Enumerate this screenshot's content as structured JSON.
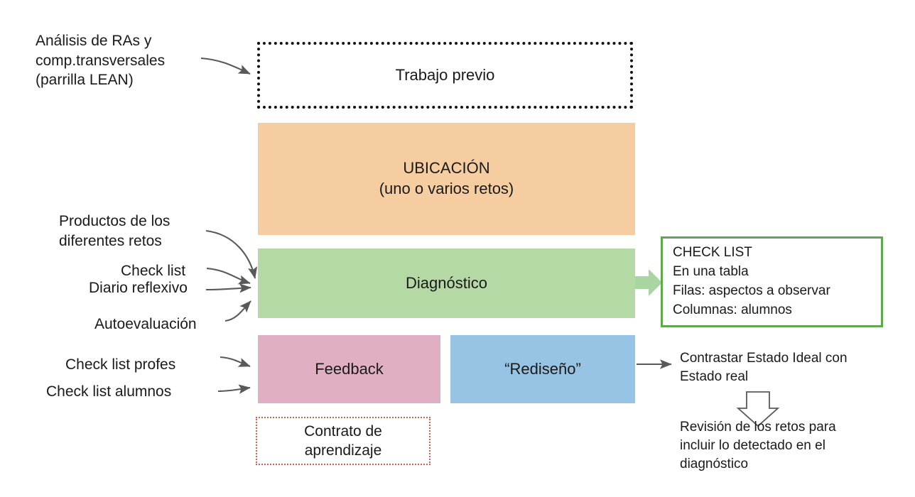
{
  "diagram": {
    "title": "Proceso de diagnóstico y rediseño de retos",
    "boxes": {
      "trabajo_previo": {
        "text": "Trabajo previo",
        "fill": "#ffffff",
        "border": "#111111",
        "border_style": "dotted"
      },
      "ubicacion": {
        "line1": "UBICACIÓN",
        "line2": "(uno o varios retos)",
        "fill": "#F6CDA0"
      },
      "diagnostico": {
        "text": "Diagnóstico",
        "fill": "#B4D9A4"
      },
      "check_list": {
        "line1": "CHECK LIST",
        "line2": "En una tabla",
        "line3": "Filas: aspectos a observar",
        "line4": "Columnas: alumnos",
        "fill": "#ffffff",
        "border": "#5FA84E"
      },
      "feedback": {
        "text": "Feedback",
        "fill": "#E0AFC4"
      },
      "redisenio": {
        "text": "“Rediseño”",
        "fill": "#97C4E4"
      },
      "contrato": {
        "line1": "Contrato de",
        "line2": "aprendizaje",
        "fill": "#ffffff",
        "border": "#E05A4A",
        "border_style": "dotted"
      }
    },
    "labels": {
      "analisis_ras": "Análisis de RAs y\ncomp.transversales\n(parrilla LEAN)",
      "productos_retos": "Productos de los\ndiferentes retos",
      "check_list": "Check list",
      "diario_reflexivo": "Diario reflexivo",
      "autoevaluacion": "Autoevaluación",
      "check_list_profes": "Check list profes",
      "check_list_alumnos": "Check list alumnos",
      "contrastar": "Contrastar Estado Ideal con\nEstado real",
      "revision": "Revisión de los retos para\nincluir lo detectado en el\ndiagnóstico"
    },
    "connectors": {
      "arrow_to_trabajo_previo": "curved-arrow",
      "arrow_productos_to_diagnostico": "curved-arrow",
      "arrow_checklist_to_diagnostico": "curved-arrow",
      "arrow_diario_to_diagnostico": "curved-arrow",
      "arrow_autoeval_to_diagnostico": "curved-arrow",
      "arrow_profes_to_feedback": "curved-arrow",
      "arrow_alumnos_to_feedback": "curved-arrow",
      "arrow_diagnostico_to_checklist": "green-block-arrow-right",
      "arrow_redisenio_to_contrastar": "straight-arrow-right",
      "arrow_contrastar_to_revision": "outline-block-arrow-down"
    },
    "colors": {
      "arrow_gray": "#595959",
      "arrow_green": "#A9D6A0",
      "text": "#1a1a1a"
    }
  }
}
